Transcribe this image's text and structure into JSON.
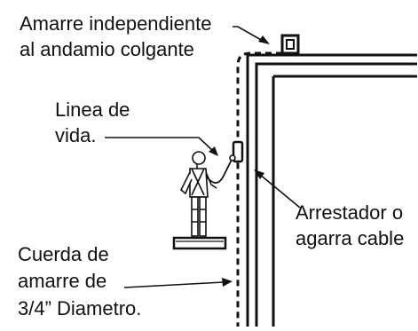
{
  "labels": {
    "anchor_line1": "Amarre independiente",
    "anchor_line2": "al andamio colgante",
    "lifeline_line1": "Linea de",
    "lifeline_line2": "vida.",
    "arrester_line1": "Arrestador o",
    "arrester_line2": "agarra cable",
    "rope_line1": "Cuerda de",
    "rope_line2": "amarre de",
    "rope_line3": "3/4” Diametro."
  },
  "colors": {
    "ink": "#111111",
    "background": "#ffffff"
  }
}
